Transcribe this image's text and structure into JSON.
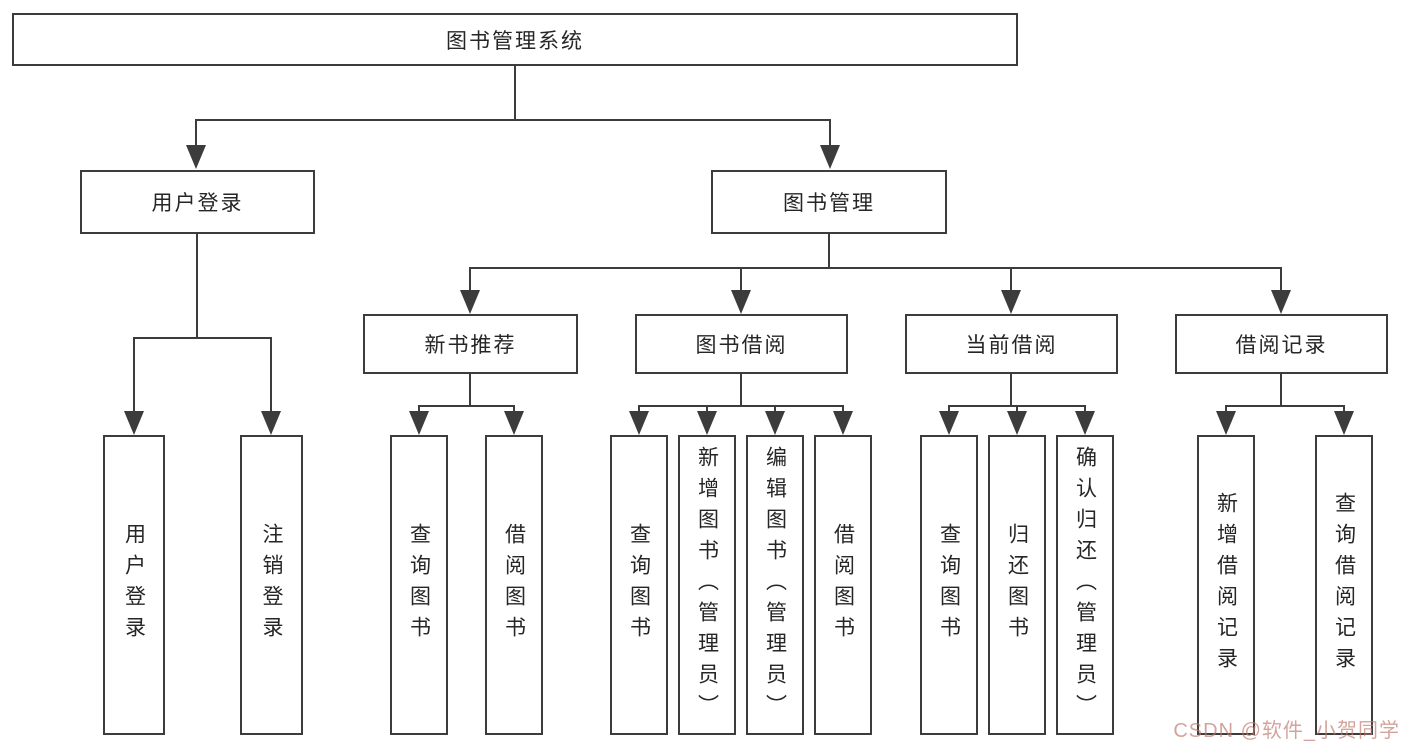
{
  "diagram": {
    "root": {
      "label": "图书管理系统"
    },
    "level2": [
      {
        "label": "用户登录"
      },
      {
        "label": "图书管理"
      }
    ],
    "level3": [
      {
        "label": "新书推荐"
      },
      {
        "label": "图书借阅"
      },
      {
        "label": "当前借阅"
      },
      {
        "label": "借阅记录"
      }
    ],
    "leaves": {
      "user": [
        "用户登录",
        "注销登录"
      ],
      "newbook": [
        "查询图书",
        "借阅图书"
      ],
      "borrow": [
        "查询图书",
        "新增图书（管理员）",
        "编辑图书（管理员）",
        "借阅图书"
      ],
      "current": [
        "查询图书",
        "归还图书",
        "确认归还（管理员）"
      ],
      "record": [
        "新增借阅记录",
        "查询借阅记录"
      ]
    }
  },
  "watermark": {
    "text": "CSDN @软件_小贺同学",
    "color": "#c1786f"
  },
  "colors": {
    "line": "#3c3c3c",
    "box_border": "#3c3c3c",
    "box_background": "#ffffff",
    "text": "#262626",
    "page_background": "#ffffff"
  }
}
